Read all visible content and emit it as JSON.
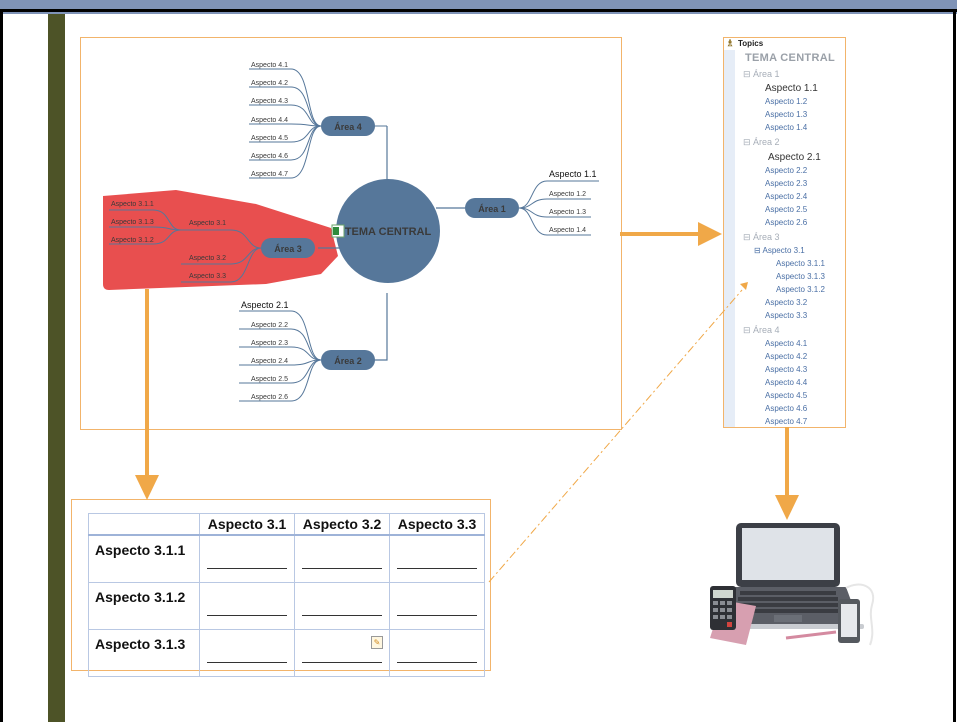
{
  "mindmap": {
    "central": "TEMA CENTRAL",
    "areas": [
      {
        "label": "Área 1",
        "aspects": [
          "Aspecto 1.1",
          "Aspecto 1.2",
          "Aspecto 1.3",
          "Aspecto 1.4"
        ]
      },
      {
        "label": "Área 2",
        "aspects": [
          "Aspecto 2.1",
          "Aspecto 2.2",
          "Aspecto 2.3",
          "Aspecto 2.4",
          "Aspecto 2.5",
          "Aspecto 2.6"
        ]
      },
      {
        "label": "Área 3",
        "aspects": [
          "Aspecto 3.1",
          "Aspecto 3.2",
          "Aspecto 3.3"
        ],
        "subaspects": [
          "Aspecto 3.1.1",
          "Aspecto 3.1.3",
          "Aspecto 3.1.2"
        ]
      },
      {
        "label": "Área 4",
        "aspects": [
          "Aspecto 4.1",
          "Aspecto 4.2",
          "Aspecto 4.3",
          "Aspecto 4.4",
          "Aspecto 4.5",
          "Aspecto 4.6",
          "Aspecto 4.7"
        ]
      }
    ]
  },
  "topics": {
    "header": "Topics",
    "root": "TEMA CENTRAL",
    "area1": {
      "label": "Área 1",
      "items": [
        "Aspecto 1.1",
        "Aspecto 1.2",
        "Aspecto 1.3",
        "Aspecto 1.4"
      ]
    },
    "area2": {
      "label": "Área 2",
      "items": [
        "Aspecto 2.1",
        "Aspecto 2.2",
        "Aspecto 2.3",
        "Aspecto 2.4",
        "Aspecto 2.5",
        "Aspecto 2.6"
      ]
    },
    "area3": {
      "label": "Área 3",
      "asp31": "Aspecto 3.1",
      "subs": [
        "Aspecto 3.1.1",
        "Aspecto 3.1.3",
        "Aspecto 3.1.2"
      ],
      "items": [
        "Aspecto 3.2",
        "Aspecto 3.3"
      ]
    },
    "area4": {
      "label": "Área 4",
      "items": [
        "Aspecto 4.1",
        "Aspecto 4.2",
        "Aspecto 4.3",
        "Aspecto 4.4",
        "Aspecto 4.5",
        "Aspecto 4.6",
        "Aspecto 4.7"
      ]
    }
  },
  "table": {
    "columns": [
      "Aspecto 3.1",
      "Aspecto 3.2",
      "Aspecto 3.3"
    ],
    "rows": [
      "Aspecto 3.1.1",
      "Aspecto 3.1.2",
      "Aspecto 3.1.3"
    ]
  },
  "colors": {
    "node": "#56779a",
    "highlight": "#e84f4f",
    "arrow": "#f0a848",
    "frame": "#f2b46b",
    "sidebar": "#4d5327",
    "topbar": "#7f93b7"
  }
}
